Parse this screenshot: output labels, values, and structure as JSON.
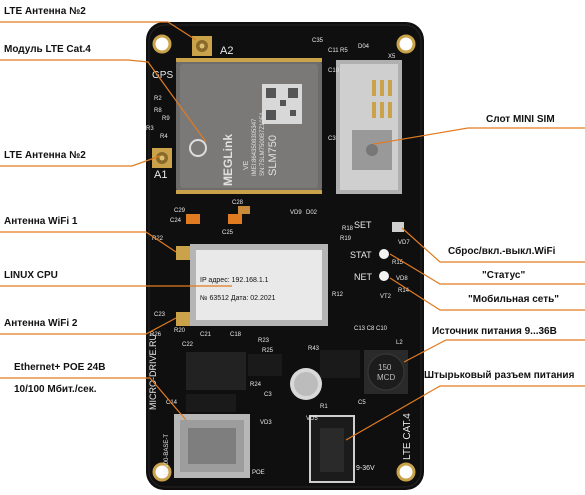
{
  "callouts": {
    "lte_ant_top": "LTE Антенна №2",
    "lte_module": "Модуль LTE Cat.4",
    "lte_ant_mid": "LTE Антенна №2",
    "wifi_ant1": "Антенна WiFi 1",
    "linux_cpu": "LINUX CPU",
    "wifi_ant2": "Антенна WiFi 2",
    "ethernet_line1": "Ethernet+ POE 24В",
    "ethernet_line2": "10/100 Мбит./сек.",
    "mini_sim": "Слот MINI SIM",
    "reset_wifi": "Сброс/вкл.-выкл.WiFi",
    "status": "\"Статус\"",
    "mobile_net": "\"Мобильная сеть\"",
    "power_source": "Источник питания 9...36В",
    "power_connector": "Штырьковый разъем питания"
  },
  "board": {
    "silk_a2": "A2",
    "silk_gps": "GPS",
    "silk_a1": "A1",
    "silk_set": "SET",
    "silk_stat": "STAT",
    "silk_net": "NET",
    "silk_brand": "MICRO-DRIVE.RU",
    "silk_model": "LTE CAT.4",
    "silk_eth": "10/100-BASE-T",
    "silk_poe": "POE",
    "silk_volt": "9-36V",
    "silk_x5": "X5",
    "silk_d04": "D04",
    "silk_c35": "C35",
    "silk_c11": "C11",
    "silk_c10": "C10",
    "silk_c3": "C3",
    "silk_r5": "R5",
    "silk_r2": "R2",
    "silk_r8": "R8",
    "silk_r9": "R9",
    "silk_r3": "R3",
    "silk_r4": "R4",
    "silk_c24": "C24",
    "silk_c25": "C25",
    "silk_c29": "C29",
    "silk_c28": "C28",
    "silk_vd9": "VD9",
    "silk_d02": "D02",
    "silk_r22": "R22",
    "silk_r18": "R18",
    "silk_r19": "R19",
    "silk_r15": "R15",
    "silk_r14": "R14",
    "silk_vd8": "VD8",
    "silk_vd7": "VD7",
    "silk_vt2": "VT2",
    "silk_r12": "R12",
    "silk_r20": "R20",
    "silk_c23": "C23",
    "silk_r26": "R26",
    "silk_c21": "C21",
    "silk_c18": "C18",
    "silk_c22": "C22",
    "silk_r23": "R23",
    "silk_r25": "R25",
    "silk_r24": "R24",
    "silk_r43": "R43",
    "silk_c13": "C13 C8 C10",
    "silk_l2": "L2",
    "silk_r1": "R1",
    "silk_vd3": "VD3",
    "silk_vd5": "VD5",
    "silk_c14": "C14",
    "silk_c5": "C5",
    "silk_c3b": "C3",
    "lte_chip_model": "SLM750",
    "lte_chip_brand": "MEGLink",
    "lte_chip_line1": "VE",
    "lte_chip_line2": "IMEI:8643508305347",
    "lte_chip_line3": "SN:7SLM7500B7Z105A",
    "sticker_line1": "IP адрес: 192.168.1.1",
    "sticker_line2": "№ 63512  Дата: 02.2021",
    "inductor_label": "150",
    "inductor_label2": "MCD"
  },
  "colors": {
    "pcb": "#101010",
    "silk": "#e8e8e8",
    "accent_orange": "#e07b22",
    "gold": "#c9a24a",
    "line": "#e07b22"
  }
}
